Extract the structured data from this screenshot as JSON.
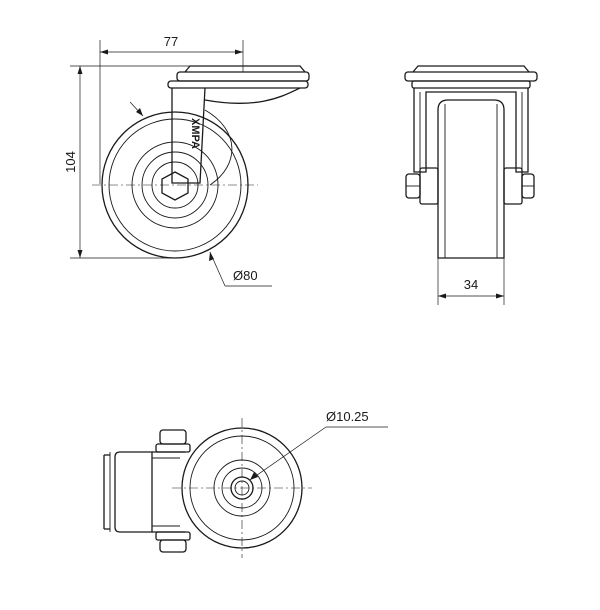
{
  "dimensions": {
    "mount_width": "77",
    "overall_height": "104",
    "wheel_diameter": "Ø80",
    "wheel_width": "34",
    "bolt_hole_diameter": "Ø10.25"
  },
  "brand_mark": "XMPA"
}
